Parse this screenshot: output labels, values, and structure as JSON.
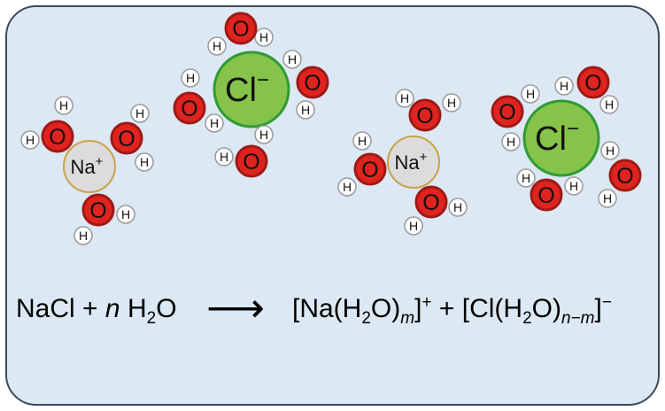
{
  "ions": [
    {
      "id": "na1",
      "label": "Na",
      "charge": "+",
      "kind": "cation"
    },
    {
      "id": "cl1",
      "label": "Cl",
      "charge": "−",
      "kind": "anion"
    },
    {
      "id": "na2",
      "label": "Na",
      "charge": "+",
      "kind": "cation"
    },
    {
      "id": "cl2",
      "label": "Cl",
      "charge": "−",
      "kind": "anion"
    }
  ],
  "atoms": {
    "oxygen_label": "O",
    "hydrogen_label": "H"
  },
  "colors": {
    "background": "#dce8f3",
    "border": "#3c4a5a",
    "sodium_fill": "#dcdcdc",
    "sodium_stroke": "#c9a24a",
    "chloride_fill": "#86c34a",
    "chloride_stroke": "#2f9b34",
    "oxygen_fill": "#e0231f",
    "oxygen_stroke": "#9d1a16",
    "hydrogen_fill": "#ffffff",
    "hydrogen_stroke": "#9a9a9a"
  },
  "equation": {
    "reactant_1": "NaCl",
    "plus_1": "+",
    "n": "n",
    "water_h": "H",
    "water_sub": "2",
    "water_o": "O",
    "arrow": "⟶",
    "cation_open": "[Na(H",
    "cation_sub": "2",
    "cation_mid": "O)",
    "cation_m": "m",
    "cation_close": "]",
    "cation_charge": "+",
    "plus_2": "+",
    "anion_open": "[Cl(H",
    "anion_sub": "2",
    "anion_mid": "O)",
    "anion_nm": "n−m",
    "anion_close": "]",
    "anion_charge": "−"
  }
}
